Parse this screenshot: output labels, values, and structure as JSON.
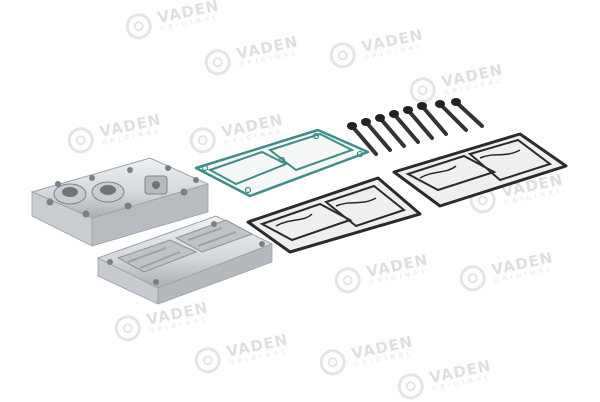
{
  "watermark": {
    "brand": "VADEN",
    "subtitle": "ORIGINAL"
  },
  "colors": {
    "background": "#ffffff",
    "aluminum": "#d7dadd",
    "gasket_dark": "#2b2b2b",
    "gasket_green": "#3e8f88",
    "bolt": "#333333"
  },
  "parts": {
    "cylinder_head": "cylinder-head",
    "valve_plate": "valve-plate",
    "head_gasket": "head-gasket",
    "valve_plate_gasket_front": "valve-plate-gasket-front",
    "valve_plate_gasket_rear": "valve-plate-gasket-rear",
    "bolt_count": 8
  }
}
